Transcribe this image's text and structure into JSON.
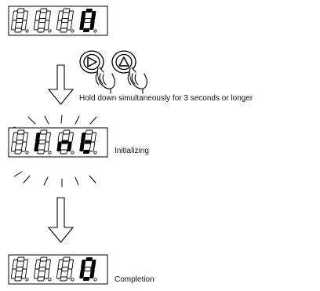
{
  "steps": [
    {
      "display": [
        "off",
        "off",
        "off",
        "0"
      ],
      "caption": ""
    },
    {
      "display": [
        "off",
        "I",
        "n",
        "t"
      ],
      "caption": "Initializing",
      "blinking": true
    },
    {
      "display": [
        "off",
        "off",
        "off",
        "0"
      ],
      "caption": "Completion"
    }
  ],
  "instruction": "Hold down simultaneously for 3 seconds or longer",
  "buttons": [
    {
      "name": "right-arrow-key",
      "icon": "right-triangle-icon"
    },
    {
      "name": "up-arrow-key",
      "icon": "up-triangle-icon"
    }
  ],
  "colors": {
    "segment_off": "#000000",
    "segment_on": "#000000",
    "background": "#ffffff"
  }
}
